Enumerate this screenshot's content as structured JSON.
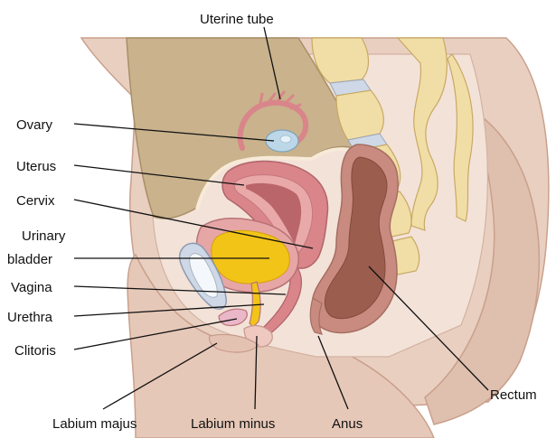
{
  "labels": {
    "uterine_tube": "Uterine tube",
    "ovary": "Ovary",
    "uterus": "Uterus",
    "cervix": "Cervix",
    "urinary_bladder_line1": "Urinary",
    "urinary_bladder_line2": "bladder",
    "vagina": "Vagina",
    "urethra": "Urethra",
    "clitoris": "Clitoris",
    "labium_majus": "Labium majus",
    "labium_minus": "Labium minus",
    "anus": "Anus",
    "rectum": "Rectum"
  },
  "colors": {
    "background": "#ffffff",
    "skin": "#e9cfc0",
    "skin_dark": "#d8b6a3",
    "abdominal_cavity": "#c9b28c",
    "tissue": "#f3e2d8",
    "uterus_wall": "#d9858a",
    "uterus_lining": "#e9a9a9",
    "bladder_urine": "#f2c417",
    "rectum_wall": "#c98b7f",
    "rectum_lumen": "#9b5d4e",
    "vertebra": "#f1dea6",
    "disc": "#cfd8e6",
    "ovary": "#bcd7e7",
    "leader_lines": "#111111"
  }
}
